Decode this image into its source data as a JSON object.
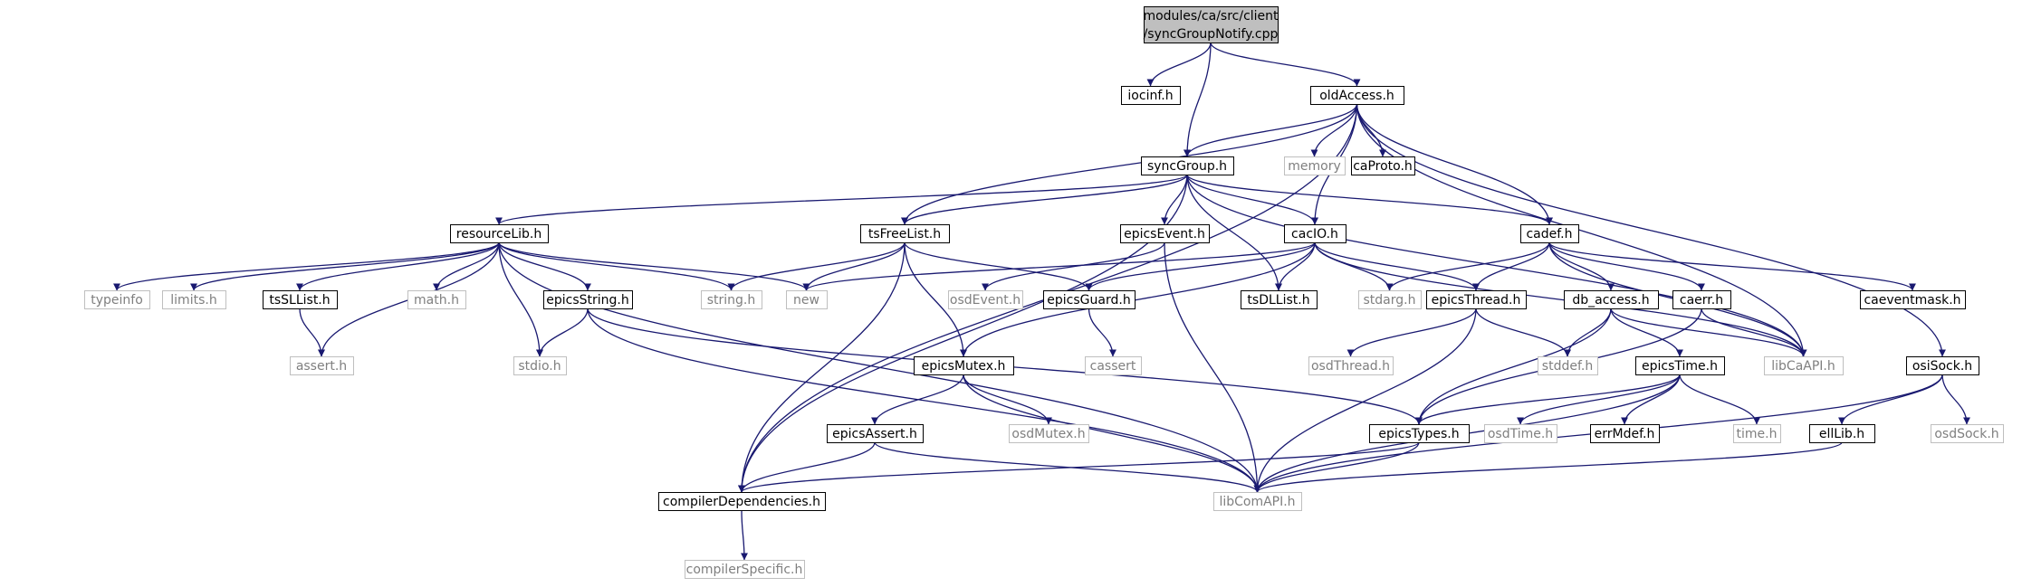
{
  "colors": {
    "edge": "#191970",
    "node_border": "#000000",
    "node_text": "#000000",
    "missing_border": "#bfbfbf",
    "missing_text": "#7f7f7f",
    "root_fill": "#bfbfbf",
    "node_fill": "#ffffff"
  },
  "nodes": [
    {
      "id": "root",
      "lines": [
        "modules/ca/src/client",
        "/syncGroupNotify.cpp"
      ],
      "kind": "root"
    },
    {
      "id": "iocinf",
      "lines": [
        "iocinf.h"
      ],
      "kind": "normal"
    },
    {
      "id": "oldAccess",
      "lines": [
        "oldAccess.h"
      ],
      "kind": "normal"
    },
    {
      "id": "syncGroup",
      "lines": [
        "syncGroup.h"
      ],
      "kind": "normal"
    },
    {
      "id": "memory",
      "lines": [
        "memory"
      ],
      "kind": "missing"
    },
    {
      "id": "caProto",
      "lines": [
        "caProto.h"
      ],
      "kind": "normal"
    },
    {
      "id": "resourceLib",
      "lines": [
        "resourceLib.h"
      ],
      "kind": "normal"
    },
    {
      "id": "tsFreeList",
      "lines": [
        "tsFreeList.h"
      ],
      "kind": "normal"
    },
    {
      "id": "epicsEvent",
      "lines": [
        "epicsEvent.h"
      ],
      "kind": "normal"
    },
    {
      "id": "cacIO",
      "lines": [
        "cacIO.h"
      ],
      "kind": "normal"
    },
    {
      "id": "cadef",
      "lines": [
        "cadef.h"
      ],
      "kind": "normal"
    },
    {
      "id": "typeinfo",
      "lines": [
        "typeinfo"
      ],
      "kind": "missing"
    },
    {
      "id": "limits",
      "lines": [
        "limits.h"
      ],
      "kind": "missing"
    },
    {
      "id": "tsSLList",
      "lines": [
        "tsSLList.h"
      ],
      "kind": "normal"
    },
    {
      "id": "math",
      "lines": [
        "math.h"
      ],
      "kind": "missing"
    },
    {
      "id": "epicsString",
      "lines": [
        "epicsString.h"
      ],
      "kind": "normal"
    },
    {
      "id": "string",
      "lines": [
        "string.h"
      ],
      "kind": "missing"
    },
    {
      "id": "new",
      "lines": [
        "new"
      ],
      "kind": "missing"
    },
    {
      "id": "osdEvent",
      "lines": [
        "osdEvent.h"
      ],
      "kind": "missing"
    },
    {
      "id": "epicsGuard",
      "lines": [
        "epicsGuard.h"
      ],
      "kind": "normal"
    },
    {
      "id": "tsDLList",
      "lines": [
        "tsDLList.h"
      ],
      "kind": "normal"
    },
    {
      "id": "stdarg",
      "lines": [
        "stdarg.h"
      ],
      "kind": "missing"
    },
    {
      "id": "epicsThread",
      "lines": [
        "epicsThread.h"
      ],
      "kind": "normal"
    },
    {
      "id": "db_access",
      "lines": [
        "db_access.h"
      ],
      "kind": "normal"
    },
    {
      "id": "caerr",
      "lines": [
        "caerr.h"
      ],
      "kind": "normal"
    },
    {
      "id": "caeventmask",
      "lines": [
        "caeventmask.h"
      ],
      "kind": "normal"
    },
    {
      "id": "assert",
      "lines": [
        "assert.h"
      ],
      "kind": "missing"
    },
    {
      "id": "stdio",
      "lines": [
        "stdio.h"
      ],
      "kind": "missing"
    },
    {
      "id": "cassert",
      "lines": [
        "cassert"
      ],
      "kind": "missing"
    },
    {
      "id": "osdThread",
      "lines": [
        "osdThread.h"
      ],
      "kind": "missing"
    },
    {
      "id": "stddef",
      "lines": [
        "stddef.h"
      ],
      "kind": "missing"
    },
    {
      "id": "libCaAPI",
      "lines": [
        "libCaAPI.h"
      ],
      "kind": "missing"
    },
    {
      "id": "osiSock",
      "lines": [
        "osiSock.h"
      ],
      "kind": "normal"
    },
    {
      "id": "epicsMutex",
      "lines": [
        "epicsMutex.h"
      ],
      "kind": "normal"
    },
    {
      "id": "epicsTime",
      "lines": [
        "epicsTime.h"
      ],
      "kind": "normal"
    },
    {
      "id": "epicsAssert",
      "lines": [
        "epicsAssert.h"
      ],
      "kind": "normal"
    },
    {
      "id": "osdMutex",
      "lines": [
        "osdMutex.h"
      ],
      "kind": "missing"
    },
    {
      "id": "epicsTypes",
      "lines": [
        "epicsTypes.h"
      ],
      "kind": "normal"
    },
    {
      "id": "osdTime",
      "lines": [
        "osdTime.h"
      ],
      "kind": "missing"
    },
    {
      "id": "errMdef",
      "lines": [
        "errMdef.h"
      ],
      "kind": "normal"
    },
    {
      "id": "time",
      "lines": [
        "time.h"
      ],
      "kind": "missing"
    },
    {
      "id": "ellLib",
      "lines": [
        "ellLib.h"
      ],
      "kind": "normal"
    },
    {
      "id": "osdSock",
      "lines": [
        "osdSock.h"
      ],
      "kind": "missing"
    },
    {
      "id": "compilerDependencies",
      "lines": [
        "compilerDependencies.h"
      ],
      "kind": "normal"
    },
    {
      "id": "libComAPI",
      "lines": [
        "libComAPI.h"
      ],
      "kind": "missing"
    },
    {
      "id": "compilerSpecific",
      "lines": [
        "compilerSpecific.h"
      ],
      "kind": "missing"
    }
  ],
  "edges": [
    [
      "root",
      "iocinf"
    ],
    [
      "root",
      "oldAccess"
    ],
    [
      "root",
      "syncGroup"
    ],
    [
      "oldAccess",
      "syncGroup"
    ],
    [
      "oldAccess",
      "memory"
    ],
    [
      "oldAccess",
      "caProto"
    ],
    [
      "oldAccess",
      "tsFreeList"
    ],
    [
      "oldAccess",
      "cacIO"
    ],
    [
      "oldAccess",
      "cadef"
    ],
    [
      "oldAccess",
      "libCaAPI"
    ],
    [
      "oldAccess",
      "osiSock"
    ],
    [
      "oldAccess",
      "compilerDependencies"
    ],
    [
      "syncGroup",
      "resourceLib"
    ],
    [
      "syncGroup",
      "tsFreeList"
    ],
    [
      "syncGroup",
      "epicsEvent"
    ],
    [
      "syncGroup",
      "cacIO"
    ],
    [
      "syncGroup",
      "cadef"
    ],
    [
      "syncGroup",
      "tsDLList"
    ],
    [
      "syncGroup",
      "libCaAPI"
    ],
    [
      "syncGroup",
      "compilerDependencies"
    ],
    [
      "resourceLib",
      "typeinfo"
    ],
    [
      "resourceLib",
      "limits"
    ],
    [
      "resourceLib",
      "tsSLList"
    ],
    [
      "resourceLib",
      "math"
    ],
    [
      "resourceLib",
      "epicsString"
    ],
    [
      "resourceLib",
      "string"
    ],
    [
      "resourceLib",
      "new"
    ],
    [
      "resourceLib",
      "assert"
    ],
    [
      "resourceLib",
      "stdio"
    ],
    [
      "resourceLib",
      "libComAPI"
    ],
    [
      "tsFreeList",
      "string"
    ],
    [
      "tsFreeList",
      "new"
    ],
    [
      "tsFreeList",
      "epicsGuard"
    ],
    [
      "tsFreeList",
      "epicsMutex"
    ],
    [
      "tsFreeList",
      "compilerDependencies"
    ],
    [
      "epicsEvent",
      "osdEvent"
    ],
    [
      "epicsEvent",
      "libComAPI"
    ],
    [
      "cacIO",
      "new"
    ],
    [
      "cacIO",
      "epicsGuard"
    ],
    [
      "cacIO",
      "tsDLList"
    ],
    [
      "cacIO",
      "stdarg"
    ],
    [
      "cacIO",
      "epicsThread"
    ],
    [
      "cacIO",
      "libCaAPI"
    ],
    [
      "cacIO",
      "epicsMutex"
    ],
    [
      "cadef",
      "stdarg"
    ],
    [
      "cadef",
      "epicsThread"
    ],
    [
      "cadef",
      "db_access"
    ],
    [
      "cadef",
      "caerr"
    ],
    [
      "cadef",
      "caeventmask"
    ],
    [
      "cadef",
      "libCaAPI"
    ],
    [
      "tsSLList",
      "assert"
    ],
    [
      "epicsString",
      "stdio"
    ],
    [
      "epicsString",
      "epicsTypes"
    ],
    [
      "epicsString",
      "libComAPI"
    ],
    [
      "epicsGuard",
      "cassert"
    ],
    [
      "epicsThread",
      "osdThread"
    ],
    [
      "epicsThread",
      "stddef"
    ],
    [
      "epicsThread",
      "libComAPI"
    ],
    [
      "db_access",
      "stddef"
    ],
    [
      "db_access",
      "epicsTime"
    ],
    [
      "db_access",
      "libCaAPI"
    ],
    [
      "db_access",
      "epicsTypes"
    ],
    [
      "caerr",
      "libCaAPI"
    ],
    [
      "caerr",
      "epicsTypes"
    ],
    [
      "osiSock",
      "ellLib"
    ],
    [
      "osiSock",
      "osdSock"
    ],
    [
      "osiSock",
      "libComAPI"
    ],
    [
      "epicsMutex",
      "epicsAssert"
    ],
    [
      "epicsMutex",
      "osdMutex"
    ],
    [
      "epicsMutex",
      "libComAPI"
    ],
    [
      "epicsTime",
      "epicsTypes"
    ],
    [
      "epicsTime",
      "osdTime"
    ],
    [
      "epicsTime",
      "errMdef"
    ],
    [
      "epicsTime",
      "time"
    ],
    [
      "epicsTime",
      "libComAPI"
    ],
    [
      "epicsAssert",
      "compilerDependencies"
    ],
    [
      "epicsAssert",
      "libComAPI"
    ],
    [
      "epicsTypes",
      "compilerDependencies"
    ],
    [
      "epicsTypes",
      "libComAPI"
    ],
    [
      "ellLib",
      "libComAPI"
    ],
    [
      "compilerDependencies",
      "compilerSpecific"
    ]
  ]
}
